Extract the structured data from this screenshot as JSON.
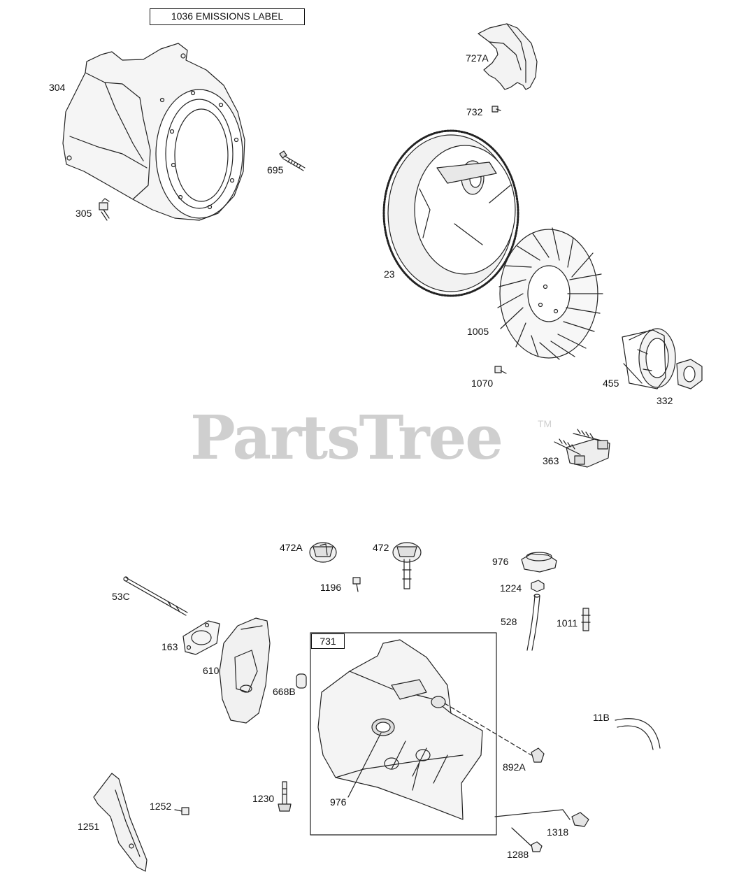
{
  "emissions_label": "1036 EMISSIONS LABEL",
  "kit_label": "731",
  "watermark": {
    "text": "PartsTree",
    "trademark": "TM"
  },
  "parts": {
    "p304": "304",
    "p305": "305",
    "p695": "695",
    "p727A": "727A",
    "p732": "732",
    "p23": "23",
    "p1005": "1005",
    "p1070": "1070",
    "p455": "455",
    "p332": "332",
    "p363": "363",
    "p472A": "472A",
    "p472": "472",
    "p1196": "1196",
    "p976_top": "976",
    "p1224": "1224",
    "p528": "528",
    "p1011": "1011",
    "p53C": "53C",
    "p163": "163",
    "p610": "610",
    "p668B": "668B",
    "p11B": "11B",
    "p892A": "892A",
    "p976_tank": "976",
    "p1230": "1230",
    "p1252": "1252",
    "p1251": "1251",
    "p1318": "1318",
    "p1288": "1288"
  }
}
